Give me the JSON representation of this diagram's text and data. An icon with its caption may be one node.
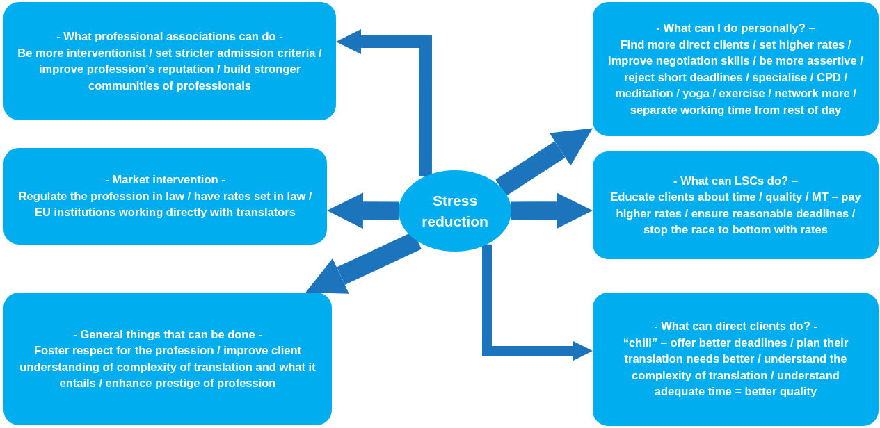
{
  "diagram": {
    "nodes": [
      {
        "text": [
          "- What professional associations can do -",
          "Be more interventionist / set stricter admission criteria / improve profession’s reputation / build stronger communities of professionals"
        ]
      },
      {
        "text": [
          "- Market intervention -",
          "Regulate the profession in law / have rates set in law / EU institutions working directly with translators"
        ]
      },
      {
        "text": [
          "- General things that can be done -",
          "Foster respect for the profession / improve client understanding of complexity of translation and what it entails / enhance prestige of profession"
        ]
      },
      {
        "text": [
          "Stress reduction"
        ]
      },
      {
        "text": [
          "- What can I do personally? –",
          "Find more direct clients / set higher rates / improve negotiation skills / be more assertive / reject short deadlines / specialise / CPD / meditation / yoga / exercise / network more / separate working time from rest of day"
        ]
      },
      {
        "text": [
          "- What can LSCs do? –",
          "Educate clients about time / quality / MT – pay higher rates / ensure reasonable deadlines / stop the race to bottom with rates"
        ]
      },
      {
        "text": [
          "- What can direct clients do? -",
          "“chill” – offer better deadlines / plan their translation needs better / understand the complexity of translation / understand adequate time = better quality"
        ]
      }
    ],
    "edges": [
      {
        "from": 3,
        "to": 0,
        "arrow": "to"
      },
      {
        "from": 3,
        "to": 1,
        "arrow": "to"
      },
      {
        "from": 3,
        "to": 2,
        "arrow": "to"
      },
      {
        "from": 3,
        "to": 4,
        "arrow": "to"
      },
      {
        "from": 3,
        "to": 5,
        "arrow": "to"
      },
      {
        "from": 3,
        "to": 6,
        "arrow": "to"
      }
    ]
  }
}
